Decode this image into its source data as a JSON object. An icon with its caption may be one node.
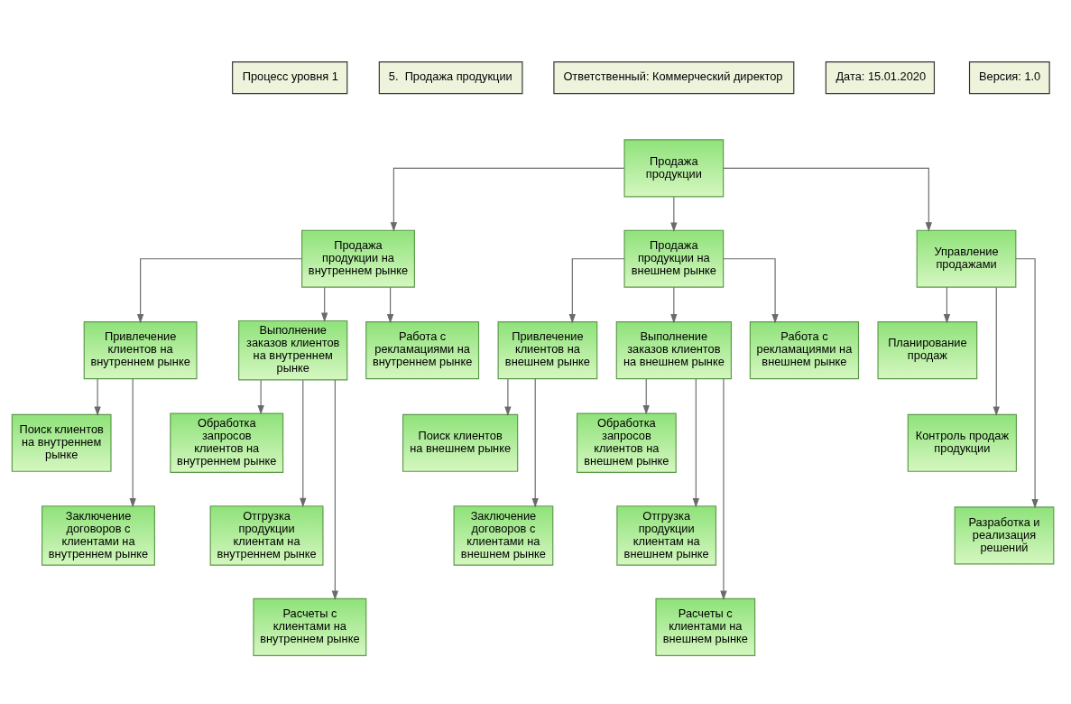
{
  "diagram": {
    "nodes": [
      {
        "text": [
          "Продажа продукции"
        ]
      },
      {
        "text": [
          "Продажа продукции на внутреннем рынке"
        ]
      },
      {
        "text": [
          "Продажа продукции на внешнем рынке"
        ]
      },
      {
        "text": [
          "Управление продажами"
        ]
      },
      {
        "text": [
          "Привлечение клиентов на внутреннем рынке"
        ]
      },
      {
        "text": [
          "Выполнение заказов клиентов на внутреннем рынке"
        ]
      },
      {
        "text": [
          "Работа с рекламациями на внутреннем рынке"
        ]
      },
      {
        "text": [
          "Привлечение клиентов на внешнем рынке"
        ]
      },
      {
        "text": [
          "Выполнение заказов клиентов на внешнем рынке"
        ]
      },
      {
        "text": [
          "Работа с рекламациями на внешнем рынке"
        ]
      },
      {
        "text": [
          "Поиск клиентов на внутреннем рынке"
        ]
      },
      {
        "text": [
          "Заключение договоров с клиентами на внутреннем рынке"
        ]
      },
      {
        "text": [
          "Обработка запросов клиентов на внутреннем рынке"
        ]
      },
      {
        "text": [
          "Отгрузка продукции клиентам на внутреннем рынке"
        ]
      },
      {
        "text": [
          "Расчеты с клиентами на внутреннем рынке"
        ]
      },
      {
        "text": [
          "Поиск клиентов на внешнем рынке"
        ]
      },
      {
        "text": [
          "Заключение договоров с клиентами на внешнем рынке"
        ]
      },
      {
        "text": [
          "Обработка запросов клиентов на внешнем рынке"
        ]
      },
      {
        "text": [
          "Отгрузка продукции клиентам на внешнем рынке"
        ]
      },
      {
        "text": [
          "Расчеты с клиентами на внешнем рынке"
        ]
      },
      {
        "text": [
          "Планирование продаж"
        ]
      },
      {
        "text": [
          "Контроль продаж продукции"
        ]
      },
      {
        "text": [
          "Разработка и реализация решений"
        ]
      }
    ],
    "edges": [
      {
        "from": 0,
        "to": 1,
        "arrow": "to"
      },
      {
        "from": 0,
        "to": 2,
        "arrow": "to"
      },
      {
        "from": 0,
        "to": 3,
        "arrow": "to"
      },
      {
        "from": 1,
        "to": 4,
        "arrow": "to"
      },
      {
        "from": 1,
        "to": 5,
        "arrow": "to"
      },
      {
        "from": 1,
        "to": 6,
        "arrow": "to"
      },
      {
        "from": 2,
        "to": 7,
        "arrow": "to"
      },
      {
        "from": 2,
        "to": 8,
        "arrow": "to"
      },
      {
        "from": 2,
        "to": 9,
        "arrow": "to"
      },
      {
        "from": 4,
        "to": 10,
        "arrow": "to"
      },
      {
        "from": 4,
        "to": 11,
        "arrow": "to"
      },
      {
        "from": 5,
        "to": 12,
        "arrow": "to"
      },
      {
        "from": 5,
        "to": 13,
        "arrow": "to"
      },
      {
        "from": 5,
        "to": 14,
        "arrow": "to"
      },
      {
        "from": 7,
        "to": 15,
        "arrow": "to"
      },
      {
        "from": 7,
        "to": 16,
        "arrow": "to"
      },
      {
        "from": 8,
        "to": 17,
        "arrow": "to"
      },
      {
        "from": 8,
        "to": 18,
        "arrow": "to"
      },
      {
        "from": 8,
        "to": 19,
        "arrow": "to"
      },
      {
        "from": 3,
        "to": 20,
        "arrow": "to"
      },
      {
        "from": 3,
        "to": 21,
        "arrow": "to"
      },
      {
        "from": 3,
        "to": 22,
        "arrow": "to"
      }
    ],
    "labels": [
      "Процесс уровня 1",
      "5.  Продажа продукции",
      "Ответственный: Коммерческий директор",
      "Дата: 15.01.2020",
      "Версия: 1.0"
    ]
  }
}
